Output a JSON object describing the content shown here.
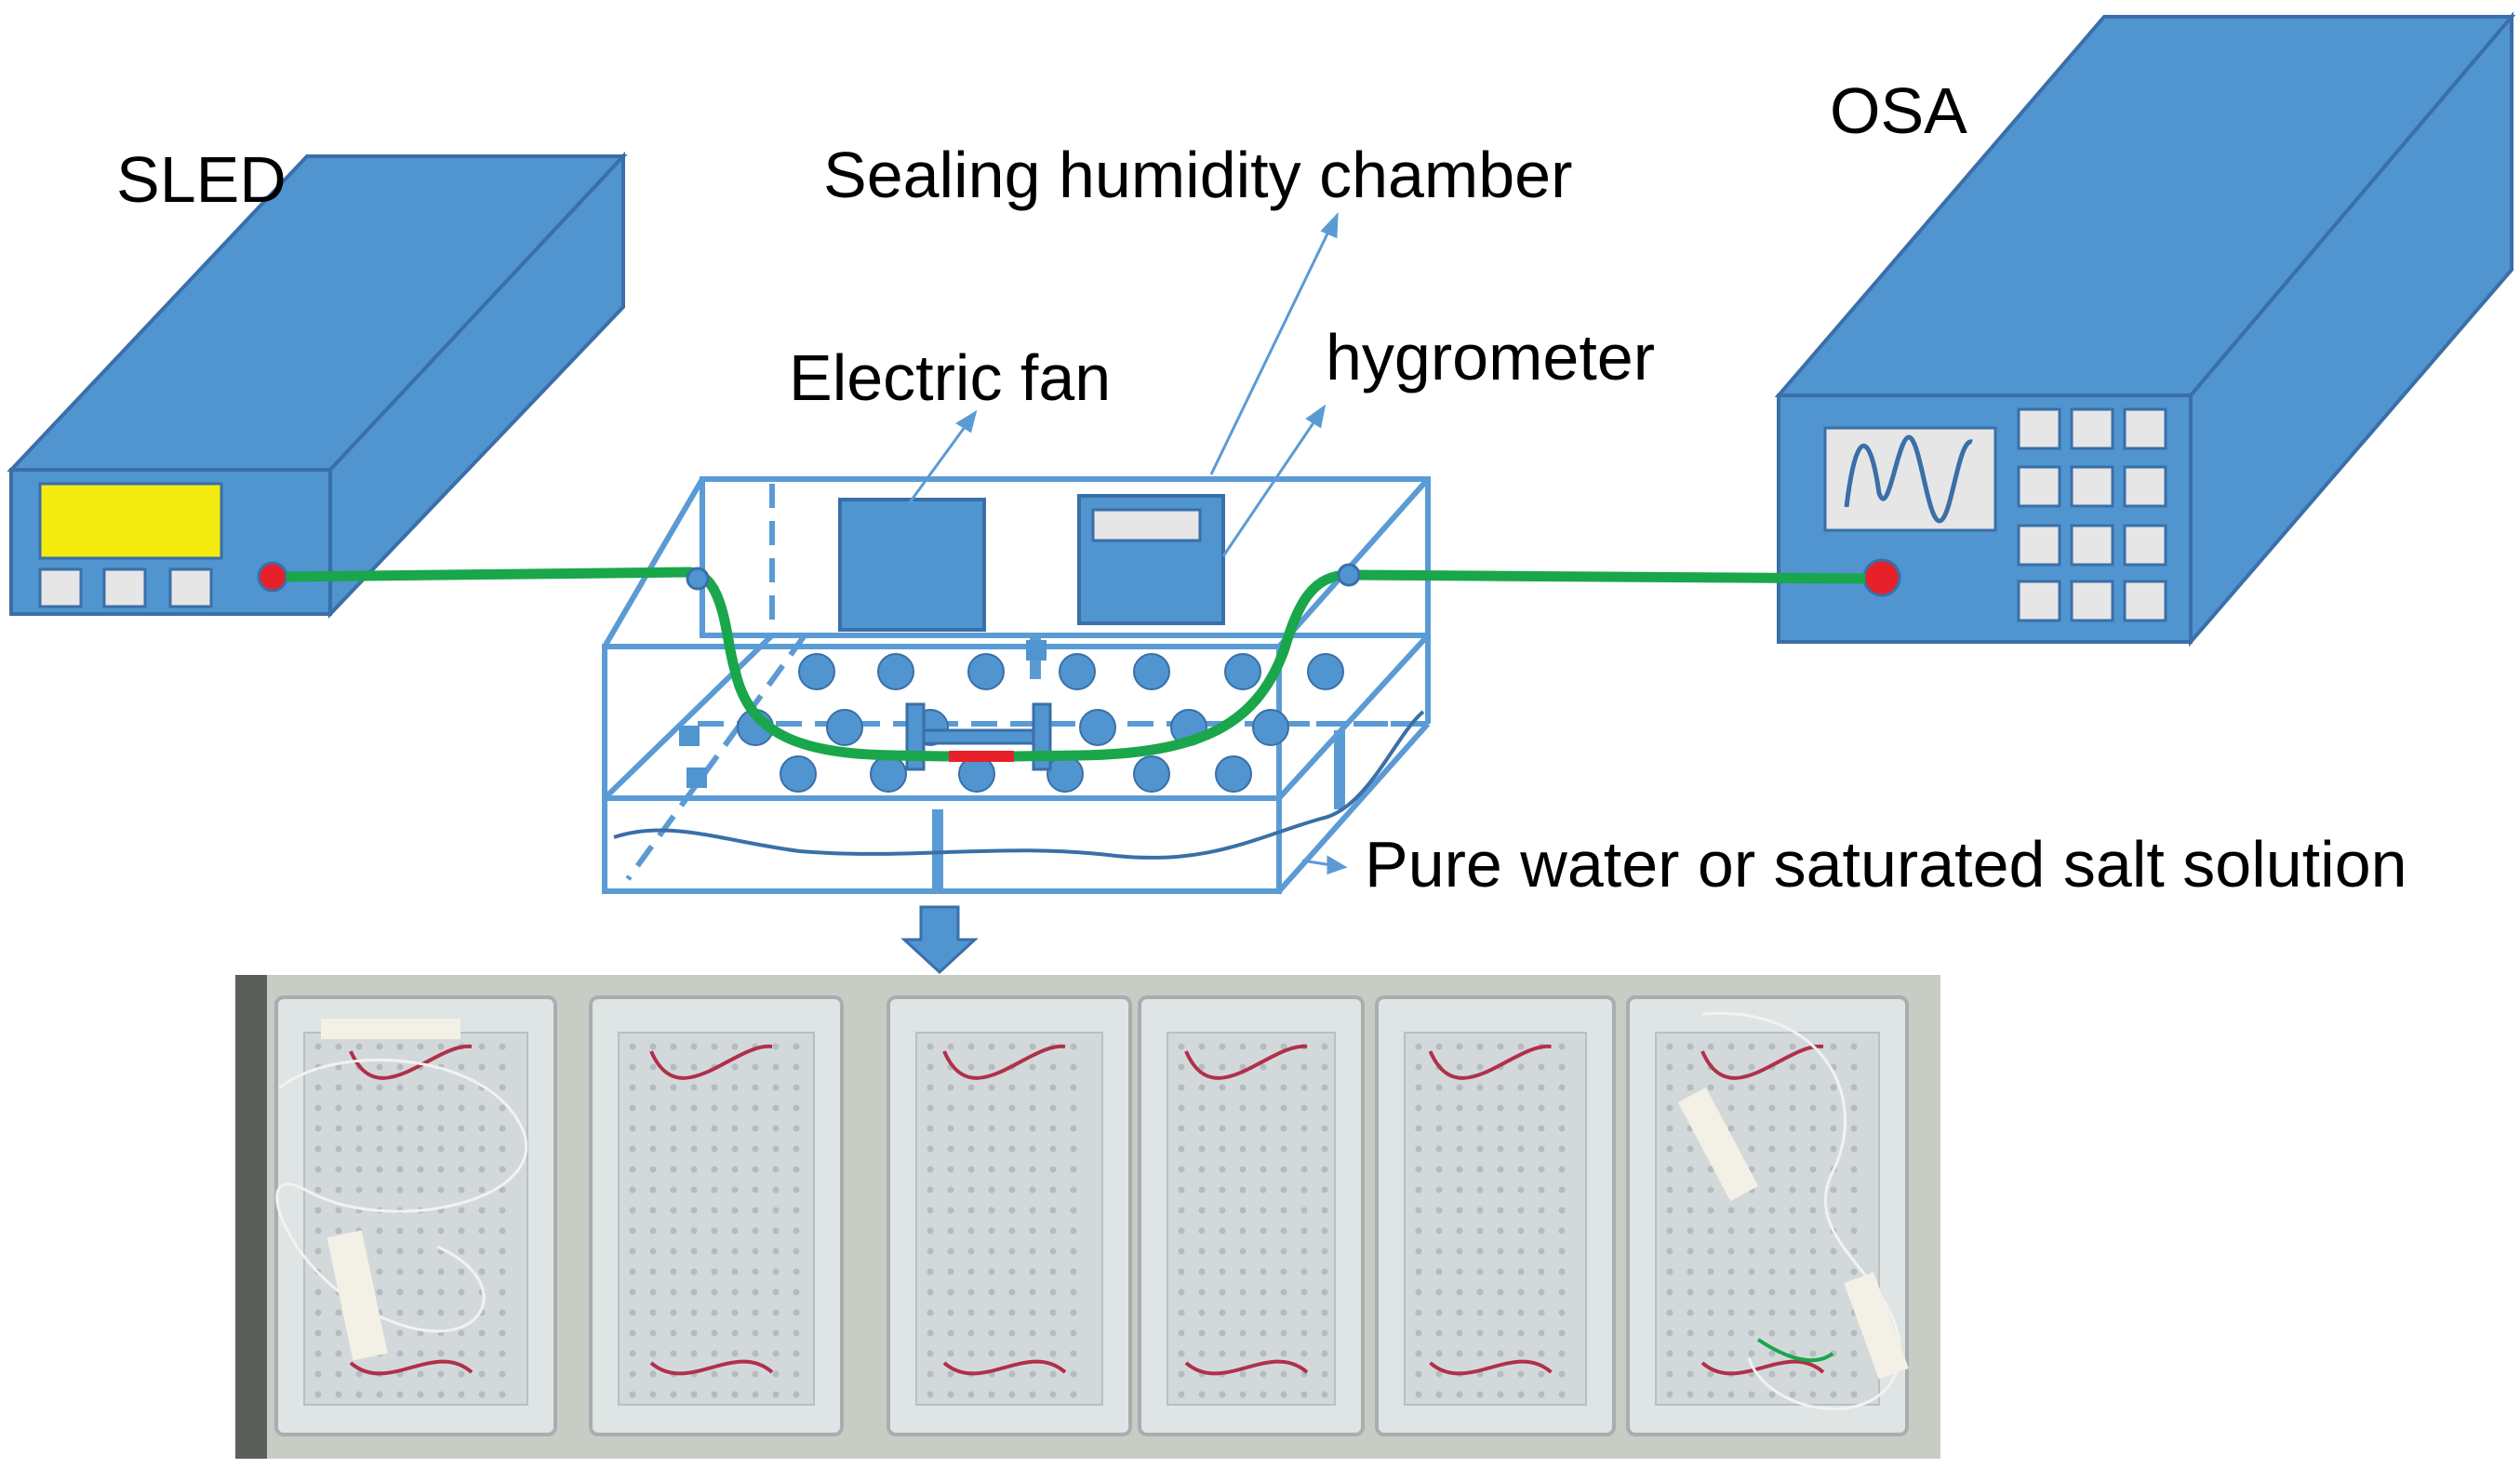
{
  "labels": {
    "sled": "SLED",
    "osa": "OSA",
    "chamber": "Sealing humidity chamber",
    "fan": "Electric fan",
    "hygrometer": "hygrometer",
    "solution": "Pure water or saturated salt solution"
  },
  "colors": {
    "device_blue": "#5094d0",
    "outline": "#3a6fa8",
    "fiber_green": "#1aa64a",
    "connector_red": "#e8202a",
    "display_yellow": "#f4ec10",
    "chamber_line": "#5b9bd5",
    "button_grey": "#e6e6e6",
    "photo_background": "#c9ccc5",
    "fiber_pink": "#b0304a"
  },
  "photo": {
    "description_free": true,
    "chamber_count": 6
  }
}
